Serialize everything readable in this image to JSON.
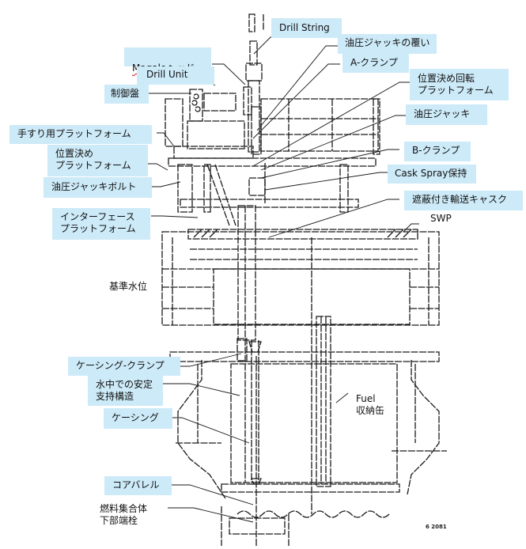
{
  "diagram": {
    "title": "Drill String / Casing setup over reactor core (cross-section)",
    "figure_number": "6 2081",
    "labels": {
      "drill_string": "Drill String",
      "jack_cover": "油圧ジャッキの覆い",
      "magalo_head_prefix": "Magalo",
      "magalo_head_suffix": "ヘッド",
      "a_clamp": "A-クランプ",
      "drill_unit": "Drill Unit",
      "positioning_rotary_platform": "位置決め回転\nプラットフォーム",
      "control_panel": "制御盤",
      "hydraulic_jack": "油圧ジャッキ",
      "handrail_platform": "手すり用プラットフォーム",
      "b_clamp": "B-クランプ",
      "positioning_platform": "位置決め\nプラットフォーム",
      "cask_spray_holder": "Cask Spray保持",
      "hydraulic_jack_bolt": "油圧ジャッキボルト",
      "shielded_transport_cask": "遮蔽付き輸送キャスク",
      "interface_platform": "インターフェース\nプラットフォーム",
      "swp": "SWP",
      "reference_water_level": "基準水位",
      "casing_clamp": "ケーシング-クランプ",
      "underwater_support": "水中での安定\n支持構造",
      "fuel_canister": "Fuel\n収納缶",
      "casing": "ケーシング",
      "core_barrel": "コアバレル",
      "fuel_assembly_lower_plug": "燃料集合体\n下部端栓"
    },
    "colors": {
      "label_background": "#cdeaf8",
      "line_color": "#1a1a1a",
      "spellcheck_underline": "#d02020"
    }
  }
}
